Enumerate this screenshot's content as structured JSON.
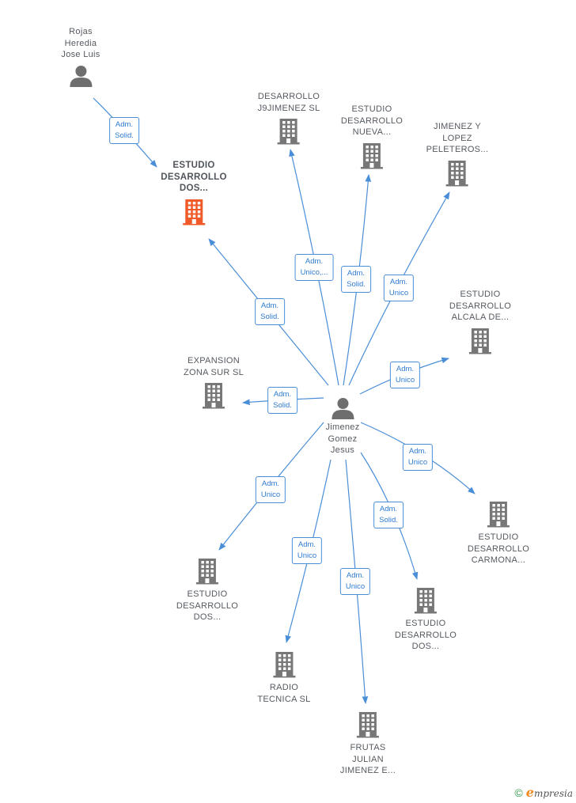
{
  "colors": {
    "edge": "#4a8ed8",
    "building": "#777777",
    "focus_building": "#f05a28",
    "person": "#6e6e6e"
  },
  "nodes": [
    {
      "id": "rojas",
      "kind": "person",
      "lines": [
        "Rojas",
        "Heredia",
        "Jose Luis"
      ]
    },
    {
      "id": "focus",
      "kind": "company",
      "focus": true,
      "lines": [
        "ESTUDIO",
        "DESARROLLO",
        "DOS..."
      ]
    },
    {
      "id": "j9",
      "kind": "company",
      "lines": [
        "DESARROLLO",
        "J9JIMENEZ  SL"
      ]
    },
    {
      "id": "nueva",
      "kind": "company",
      "lines": [
        "ESTUDIO",
        "DESARROLLO",
        "NUEVA..."
      ]
    },
    {
      "id": "peleteros",
      "kind": "company",
      "lines": [
        "JIMENEZ Y",
        "LOPEZ",
        "PELETEROS..."
      ]
    },
    {
      "id": "alcala",
      "kind": "company",
      "lines": [
        "ESTUDIO",
        "DESARROLLO",
        "ALCALA DE..."
      ]
    },
    {
      "id": "expansion",
      "kind": "company",
      "lines": [
        "EXPANSION",
        "ZONA SUR  SL"
      ]
    },
    {
      "id": "jimenez",
      "kind": "person",
      "lines": [
        "Jimenez",
        "Gomez",
        "Jesus"
      ]
    },
    {
      "id": "carmona",
      "kind": "company",
      "lines": [
        "ESTUDIO",
        "DESARROLLO",
        "CARMONA..."
      ]
    },
    {
      "id": "dos_left",
      "kind": "company",
      "lines": [
        "ESTUDIO",
        "DESARROLLO",
        "DOS..."
      ]
    },
    {
      "id": "dos_right",
      "kind": "company",
      "lines": [
        "ESTUDIO",
        "DESARROLLO",
        "DOS..."
      ]
    },
    {
      "id": "radio",
      "kind": "company",
      "lines": [
        "RADIO",
        "TECNICA SL"
      ]
    },
    {
      "id": "frutas",
      "kind": "company",
      "lines": [
        "FRUTAS",
        "JULIAN",
        "JIMENEZ E..."
      ]
    }
  ],
  "edges": [
    {
      "from": "rojas",
      "to": "focus",
      "label": [
        "Adm.",
        "Solid."
      ]
    },
    {
      "from": "jimenez",
      "to": "focus",
      "label": [
        "Adm.",
        "Solid."
      ]
    },
    {
      "from": "jimenez",
      "to": "j9",
      "label": [
        "Adm.",
        "Unico,..."
      ]
    },
    {
      "from": "jimenez",
      "to": "nueva",
      "label": [
        "Adm.",
        "Solid."
      ]
    },
    {
      "from": "jimenez",
      "to": "peleteros",
      "label": [
        "Adm.",
        "Unico"
      ]
    },
    {
      "from": "jimenez",
      "to": "alcala",
      "label": [
        "Adm.",
        "Unico"
      ]
    },
    {
      "from": "jimenez",
      "to": "expansion",
      "label": [
        "Adm.",
        "Solid."
      ]
    },
    {
      "from": "jimenez",
      "to": "carmona",
      "label": [
        "Adm.",
        "Unico"
      ]
    },
    {
      "from": "jimenez",
      "to": "dos_left",
      "label": [
        "Adm.",
        "Unico"
      ]
    },
    {
      "from": "jimenez",
      "to": "radio",
      "label": [
        "Adm.",
        "Unico"
      ]
    },
    {
      "from": "jimenez",
      "to": "frutas",
      "label": [
        "Adm.",
        "Unico"
      ]
    },
    {
      "from": "jimenez",
      "to": "dos_right",
      "label": [
        "Adm.",
        "Solid."
      ]
    }
  ],
  "footer": {
    "copyright": "©",
    "brand_initial": "e",
    "brand_rest": "mpresia"
  }
}
